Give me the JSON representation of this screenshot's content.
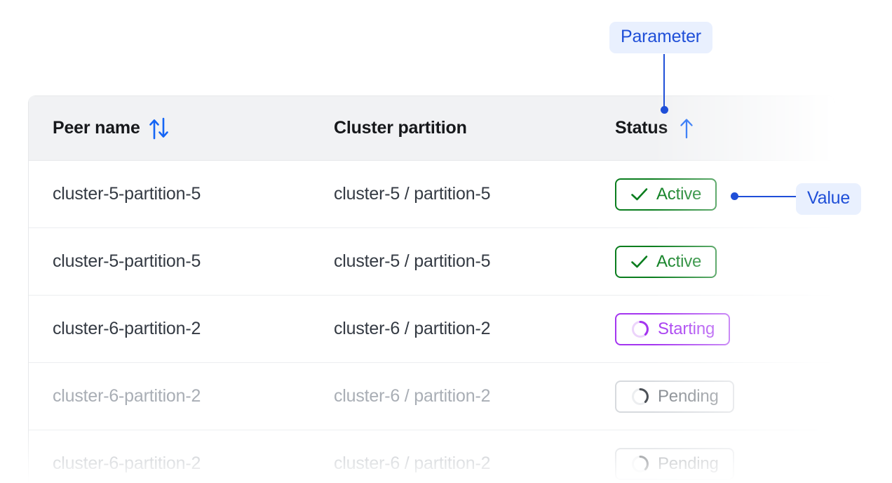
{
  "table": {
    "columns": [
      {
        "key": "peer_name",
        "label": "Peer name",
        "sort_icon": "sort-updown-icon",
        "sort_state": "unsorted"
      },
      {
        "key": "cluster_partition",
        "label": "Cluster partition",
        "sort_icon": "none",
        "sort_state": "none"
      },
      {
        "key": "status",
        "label": "Status",
        "sort_icon": "sort-up-icon",
        "sort_state": "ascending"
      }
    ],
    "rows": [
      {
        "peer_name": "cluster-5-partition-5",
        "cluster_partition": "cluster-5 / partition-5",
        "status": "Active",
        "status_variant": "active",
        "status_icon": "check-icon",
        "muted": false
      },
      {
        "peer_name": "cluster-5-partition-5",
        "cluster_partition": "cluster-5 / partition-5",
        "status": "Active",
        "status_variant": "active",
        "status_icon": "check-icon",
        "muted": false
      },
      {
        "peer_name": "cluster-6-partition-2",
        "cluster_partition": "cluster-6 / partition-2",
        "status": "Starting",
        "status_variant": "starting",
        "status_icon": "spinner-icon",
        "muted": false
      },
      {
        "peer_name": "cluster-6-partition-2",
        "cluster_partition": "cluster-6 / partition-2",
        "status": "Pending",
        "status_variant": "pending",
        "status_icon": "spinner-icon",
        "muted": true
      },
      {
        "peer_name": "cluster-6-partition-2",
        "cluster_partition": "cluster-6 / partition-2",
        "status": "Pending",
        "status_variant": "pending",
        "status_icon": "spinner-icon",
        "muted": true
      }
    ]
  },
  "annotations": {
    "parameter": {
      "label": "Parameter",
      "target": "status-column-header"
    },
    "value": {
      "label": "Value",
      "target": "status-badge-row-1"
    }
  },
  "colors": {
    "accent_blue": "#1f4fd8",
    "annotation_pill_bg": "#e9f0fe",
    "status_active": "#0a7d1e",
    "status_starting": "#a435f0",
    "status_pending": "#84898f",
    "header_bg": "#f1f2f4",
    "row_border": "#eceef0",
    "text_primary": "#343a43",
    "text_muted": "#a9aeb5"
  }
}
